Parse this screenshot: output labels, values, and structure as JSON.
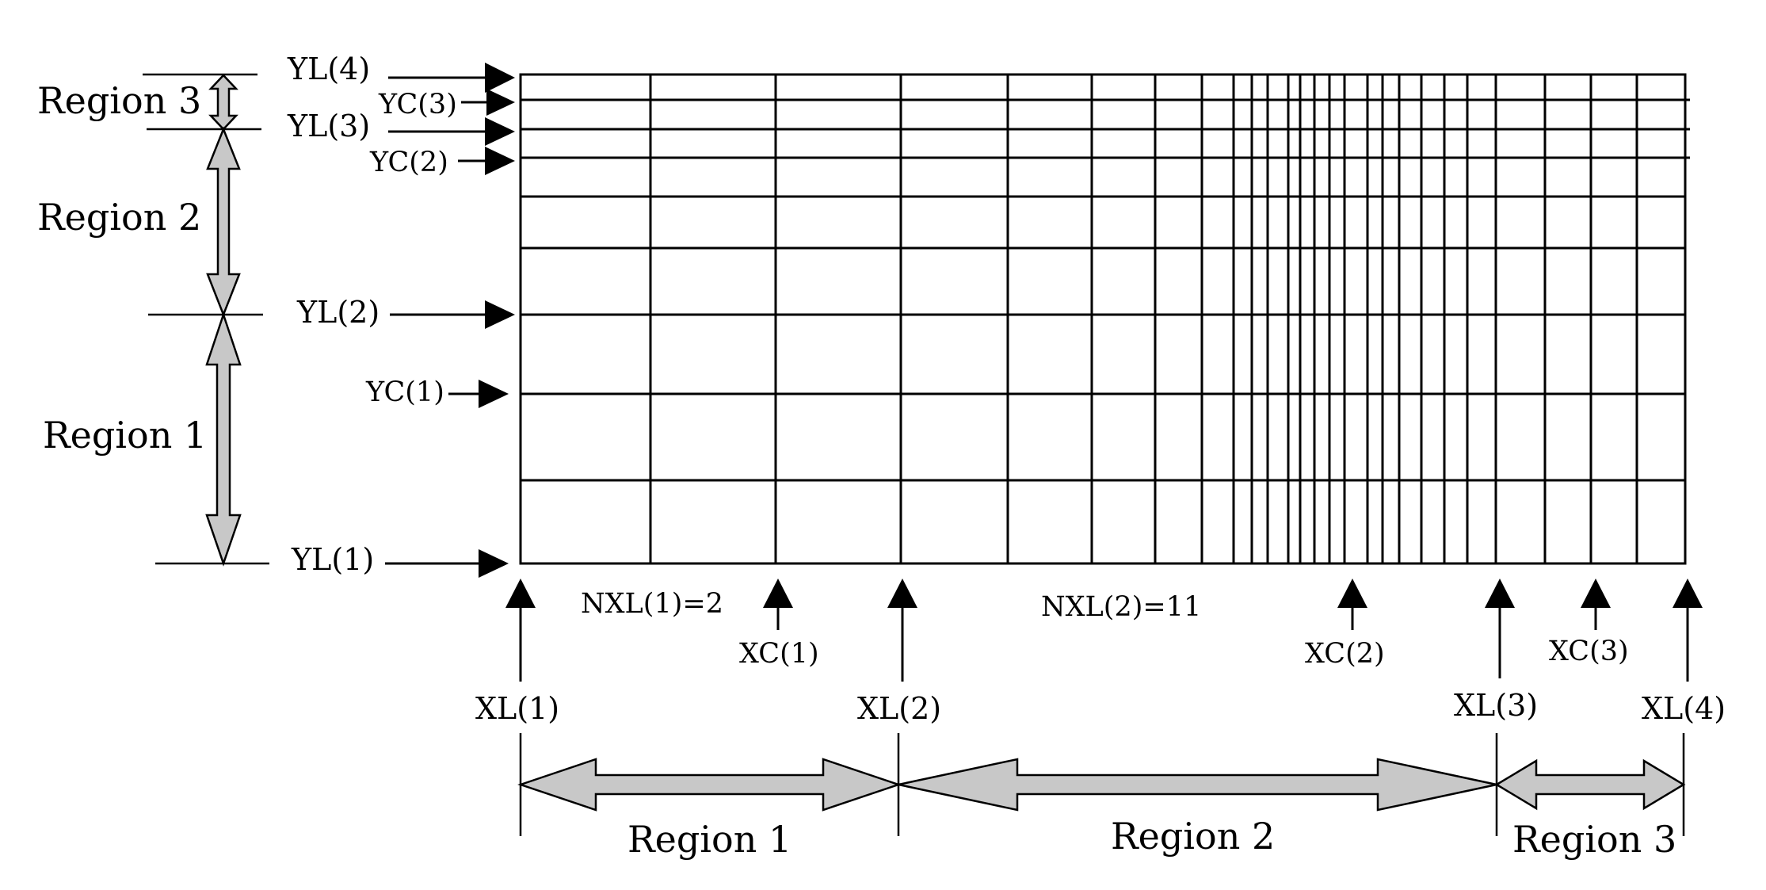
{
  "diagram": {
    "y_labels": {
      "yl4": "YL(4)",
      "yl3": "YL(3)",
      "yl2": "YL(2)",
      "yl1": "YL(1)",
      "yc3": "YC(3)",
      "yc2": "YC(2)",
      "yc1": "YC(1)"
    },
    "x_labels": {
      "xl1": "XL(1)",
      "xl2": "XL(2)",
      "xl3": "XL(3)",
      "xl4": "XL(4)",
      "xc1": "XC(1)",
      "xc2": "XC(2)",
      "xc3": "XC(3)"
    },
    "nxl": {
      "nxl1": "NXL(1)=2",
      "nxl2": "NXL(2)=11"
    },
    "regions_vertical": {
      "r3": "Region 3",
      "r2": "Region 2",
      "r1": "Region 1"
    },
    "regions_horizontal": {
      "r1": "Region 1",
      "r2": "Region 2",
      "r3": "Region 3"
    },
    "colors": {
      "line": "#000000",
      "arrow_fill": "#c8c8c8",
      "background": "#ffffff"
    }
  }
}
